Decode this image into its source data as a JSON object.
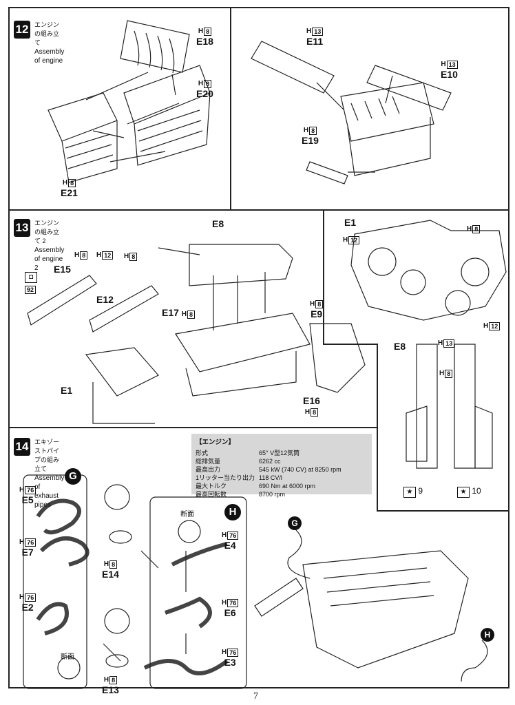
{
  "steps": [
    {
      "number": "12",
      "title_jp": "エンジンの組み立て",
      "title_en": "Assembly of engine"
    },
    {
      "number": "13",
      "title_jp": "エンジンの組み立て 2",
      "title_en": "Assembly of engine 2"
    },
    {
      "number": "14",
      "title_jp": "エキゾーストパイプの組み立て",
      "title_en": "Assembly of exhaust pipes"
    }
  ],
  "parts": {
    "E18": {
      "name": "E18",
      "h": "H",
      "n": "8"
    },
    "E20": {
      "name": "E20",
      "h": "H",
      "n": "8"
    },
    "E21": {
      "name": "E21",
      "h": "H",
      "n": "8"
    },
    "E11": {
      "name": "E11",
      "h": "H",
      "n": "13"
    },
    "E10": {
      "name": "E10",
      "h": "H",
      "n": "13"
    },
    "E19": {
      "name": "E19",
      "h": "H",
      "n": "8"
    },
    "E8": {
      "name": "E8"
    },
    "E15": {
      "name": "E15",
      "n": "92"
    },
    "E12": {
      "name": "E12"
    },
    "E17": {
      "name": "E17",
      "h": "H",
      "n": "8"
    },
    "E9": {
      "name": "E9",
      "h": "H",
      "n": "8"
    },
    "E1": {
      "name": "E1"
    },
    "E16": {
      "name": "E16",
      "h": "H",
      "n": "8"
    },
    "E5": {
      "name": "E5",
      "h": "H",
      "n": "76"
    },
    "E7": {
      "name": "E7",
      "h": "H",
      "n": "76"
    },
    "E2": {
      "name": "E2",
      "h": "H",
      "n": "76"
    },
    "E14": {
      "name": "E14",
      "h": "H",
      "n": "8"
    },
    "E13": {
      "name": "E13",
      "h": "H",
      "n": "8"
    },
    "E4": {
      "name": "E4",
      "h": "H",
      "n": "76"
    },
    "E6": {
      "name": "E6",
      "h": "H",
      "n": "76"
    },
    "E3": {
      "name": "E3",
      "h": "H",
      "n": "76"
    }
  },
  "callouts13": {
    "h8": "8",
    "h12": "12"
  },
  "detail": {
    "e1": {
      "label": "E1",
      "h8": "8",
      "h12a": "12",
      "h12b": "12"
    },
    "e8": {
      "label": "E8",
      "h13": "13",
      "h8": "8",
      "decal1": "9",
      "decal2": "10"
    }
  },
  "group_tags": {
    "g": "G",
    "h": "H"
  },
  "section_label": "断面",
  "spec": {
    "header": "【エンジン】",
    "rows": [
      [
        "形式",
        "65° V型12気筒"
      ],
      [
        "総排気量",
        "6262 cc"
      ],
      [
        "最高出力",
        "545 kW (740 CV) at 8250 rpm"
      ],
      [
        "1リッター当たり出力",
        "118 CV/l"
      ],
      [
        "最大トルク",
        "690 Nm at 6000 rpm"
      ],
      [
        "最高回転数",
        "8700 rpm"
      ]
    ]
  },
  "page_number": "7"
}
